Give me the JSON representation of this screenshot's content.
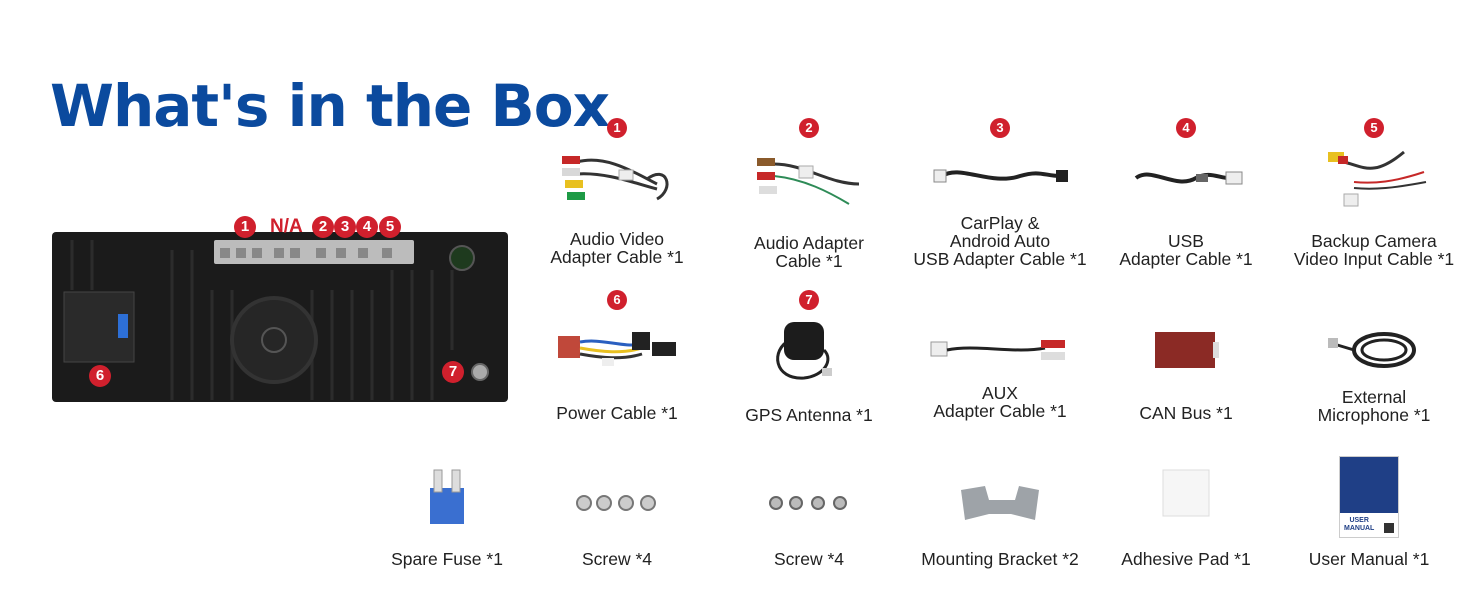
{
  "title": "What's in the Box",
  "unit": {
    "port_badges": [
      "1",
      "2",
      "3",
      "4",
      "5"
    ],
    "na_label": "N/A",
    "badge_6": "6",
    "badge_7": "7"
  },
  "items": [
    {
      "num": "1",
      "label": "Audio Video\nAdapter Cable *1",
      "icon": "rca-av-cable-icon"
    },
    {
      "num": "2",
      "label": "Audio Adapter\nCable *1",
      "icon": "audio-adapter-cable-icon"
    },
    {
      "num": "3",
      "label": "CarPlay &\nAndroid Auto\nUSB Adapter Cable *1",
      "icon": "usb-carplay-cable-icon"
    },
    {
      "num": "4",
      "label": "USB\nAdapter Cable *1",
      "icon": "usb-adapter-cable-icon"
    },
    {
      "num": "5",
      "label": "Backup Camera\nVideo Input Cable *1",
      "icon": "backup-camera-cable-icon"
    },
    {
      "num": "6",
      "label": "Power Cable *1",
      "icon": "power-cable-icon"
    },
    {
      "num": "7",
      "label": "GPS Antenna *1",
      "icon": "gps-antenna-icon"
    },
    {
      "num": "",
      "label": "AUX\nAdapter Cable *1",
      "icon": "aux-cable-icon"
    },
    {
      "num": "",
      "label": "CAN Bus *1",
      "icon": "canbus-icon"
    },
    {
      "num": "",
      "label": "External\nMicrophone *1",
      "icon": "microphone-icon"
    },
    {
      "num": "",
      "label": "Spare Fuse *1",
      "icon": "fuse-icon"
    },
    {
      "num": "",
      "label": "Screw *4",
      "icon": "screw-icon"
    },
    {
      "num": "",
      "label": "Screw *4",
      "icon": "screw-icon"
    },
    {
      "num": "",
      "label": "Mounting Bracket *2",
      "icon": "bracket-icon"
    },
    {
      "num": "",
      "label": "Adhesive Pad *1",
      "icon": "adhesive-pad-icon"
    },
    {
      "num": "",
      "label": "User Manual *1",
      "icon": "user-manual-icon"
    }
  ],
  "manual_text": "USER\nMANUAL",
  "colors": {
    "title": "#0b4a9e",
    "badge": "#d0202d"
  }
}
